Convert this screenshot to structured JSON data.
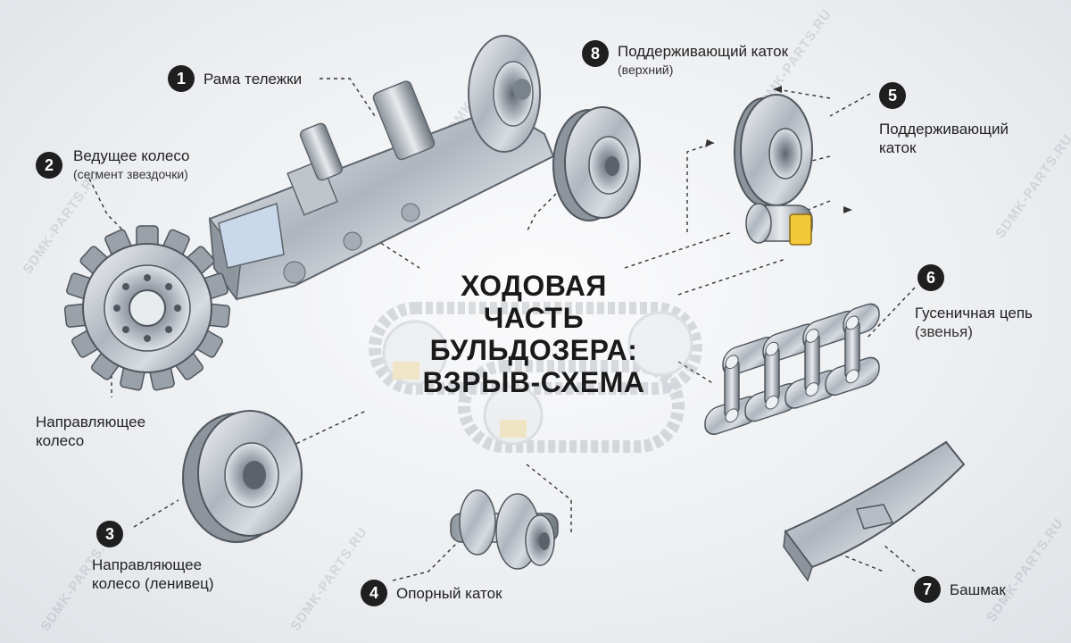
{
  "title": "ХОДОВАЯ ЧАСТЬ БУЛЬДОЗЕРА: ВЗРЫВ-СХЕМА",
  "watermark": "SDMK-PARTS.RU",
  "parts": [
    {
      "num": "1",
      "label": "Рама тележки",
      "sub": ""
    },
    {
      "num": "2",
      "label": "Ведущее колесо",
      "sub": "(сегмент звездочки)"
    },
    {
      "num": "",
      "label": "Направляющее колесо",
      "sub": ""
    },
    {
      "num": "3",
      "label": "Направляющее колесо (ленивец)",
      "sub": ""
    },
    {
      "num": "4",
      "label": "Опорный каток",
      "sub": ""
    },
    {
      "num": "5",
      "label": "Поддерживающий каток",
      "sub": ""
    },
    {
      "num": "6",
      "label": "Гусеничная цепь",
      "sub": "(звенья)"
    },
    {
      "num": "7",
      "label": "Башмак",
      "sub": ""
    },
    {
      "num": "8",
      "label": "Поддерживающий каток",
      "sub": "(верхний)"
    }
  ]
}
